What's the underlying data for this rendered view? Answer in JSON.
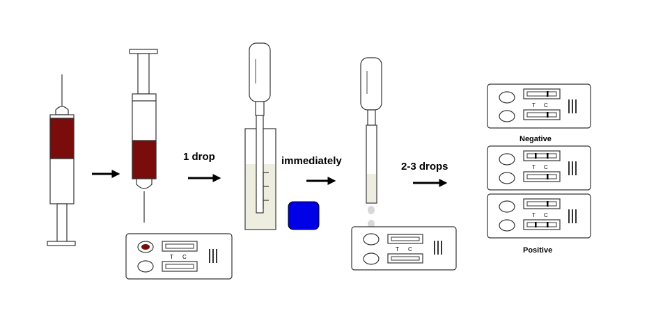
{
  "labels": {
    "step1": "1 drop",
    "step2": "immediately",
    "step3": "2-3 drops",
    "negative": "Negative",
    "positive": "Positive"
  },
  "cassette": {
    "t": "T",
    "c": "C"
  },
  "colors": {
    "blood": "#7a0c0c",
    "buffer_bottle": "#0000e6",
    "buffer_liquid": "#eeeee0",
    "outline": "#333333"
  }
}
